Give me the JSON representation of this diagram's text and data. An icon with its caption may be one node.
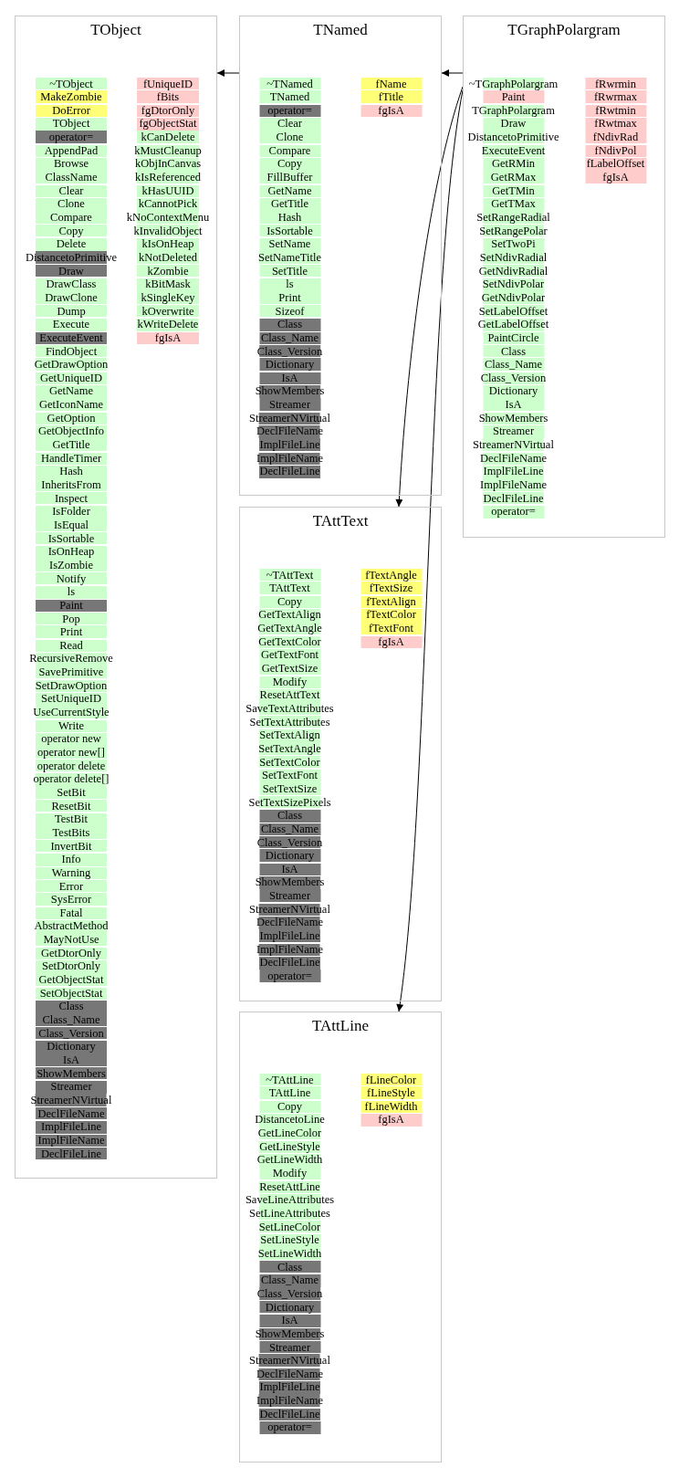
{
  "diagram": {
    "nodes": [
      {
        "text": [
          "TObject"
        ]
      },
      {
        "text": [
          "TNamed"
        ]
      },
      {
        "text": [
          "TGraphPolargram"
        ]
      },
      {
        "text": [
          "TAttText"
        ]
      },
      {
        "text": [
          "TAttLine"
        ]
      },
      {
        "text": [
          "~TObject"
        ],
        "in": 0
      },
      {
        "text": [
          "MakeZombie"
        ],
        "in": 0
      },
      {
        "text": [
          "DoError"
        ],
        "in": 0
      },
      {
        "text": [
          "TObject"
        ],
        "in": 0
      },
      {
        "text": [
          "operator="
        ],
        "in": 0
      },
      {
        "text": [
          "AppendPad"
        ],
        "in": 0
      },
      {
        "text": [
          "Browse"
        ],
        "in": 0
      },
      {
        "text": [
          "ClassName"
        ],
        "in": 0
      },
      {
        "text": [
          "Clear"
        ],
        "in": 0
      },
      {
        "text": [
          "Clone"
        ],
        "in": 0
      },
      {
        "text": [
          "Compare"
        ],
        "in": 0
      },
      {
        "text": [
          "Copy"
        ],
        "in": 0
      },
      {
        "text": [
          "Delete"
        ],
        "in": 0
      },
      {
        "text": [
          "DistancetoPrimitive"
        ],
        "in": 0
      },
      {
        "text": [
          "Draw"
        ],
        "in": 0
      },
      {
        "text": [
          "DrawClass"
        ],
        "in": 0
      },
      {
        "text": [
          "DrawClone"
        ],
        "in": 0
      },
      {
        "text": [
          "Dump"
        ],
        "in": 0
      },
      {
        "text": [
          "Execute"
        ],
        "in": 0
      },
      {
        "text": [
          "ExecuteEvent"
        ],
        "in": 0
      },
      {
        "text": [
          "FindObject"
        ],
        "in": 0
      },
      {
        "text": [
          "GetDrawOption"
        ],
        "in": 0
      },
      {
        "text": [
          "GetUniqueID"
        ],
        "in": 0
      },
      {
        "text": [
          "GetName"
        ],
        "in": 0
      },
      {
        "text": [
          "GetIconName"
        ],
        "in": 0
      },
      {
        "text": [
          "GetOption"
        ],
        "in": 0
      },
      {
        "text": [
          "GetObjectInfo"
        ],
        "in": 0
      },
      {
        "text": [
          "GetTitle"
        ],
        "in": 0
      },
      {
        "text": [
          "HandleTimer"
        ],
        "in": 0
      },
      {
        "text": [
          "Hash"
        ],
        "in": 0
      },
      {
        "text": [
          "InheritsFrom"
        ],
        "in": 0
      },
      {
        "text": [
          "Inspect"
        ],
        "in": 0
      },
      {
        "text": [
          "IsFolder"
        ],
        "in": 0
      },
      {
        "text": [
          "IsEqual"
        ],
        "in": 0
      },
      {
        "text": [
          "IsSortable"
        ],
        "in": 0
      },
      {
        "text": [
          "IsOnHeap"
        ],
        "in": 0
      },
      {
        "text": [
          "IsZombie"
        ],
        "in": 0
      },
      {
        "text": [
          "Notify"
        ],
        "in": 0
      },
      {
        "text": [
          "ls"
        ],
        "in": 0
      },
      {
        "text": [
          "Paint"
        ],
        "in": 0
      },
      {
        "text": [
          "Pop"
        ],
        "in": 0
      },
      {
        "text": [
          "Print"
        ],
        "in": 0
      },
      {
        "text": [
          "Read"
        ],
        "in": 0
      },
      {
        "text": [
          "RecursiveRemove"
        ],
        "in": 0
      },
      {
        "text": [
          "SavePrimitive"
        ],
        "in": 0
      },
      {
        "text": [
          "SetDrawOption"
        ],
        "in": 0
      },
      {
        "text": [
          "SetUniqueID"
        ],
        "in": 0
      },
      {
        "text": [
          "UseCurrentStyle"
        ],
        "in": 0
      },
      {
        "text": [
          "Write"
        ],
        "in": 0
      },
      {
        "text": [
          "operator new"
        ],
        "in": 0
      },
      {
        "text": [
          "operator new[]"
        ],
        "in": 0
      },
      {
        "text": [
          "operator delete"
        ],
        "in": 0
      },
      {
        "text": [
          "operator delete[]"
        ],
        "in": 0
      },
      {
        "text": [
          "SetBit"
        ],
        "in": 0
      },
      {
        "text": [
          "ResetBit"
        ],
        "in": 0
      },
      {
        "text": [
          "TestBit"
        ],
        "in": 0
      },
      {
        "text": [
          "TestBits"
        ],
        "in": 0
      },
      {
        "text": [
          "InvertBit"
        ],
        "in": 0
      },
      {
        "text": [
          "Info"
        ],
        "in": 0
      },
      {
        "text": [
          "Warning"
        ],
        "in": 0
      },
      {
        "text": [
          "Error"
        ],
        "in": 0
      },
      {
        "text": [
          "SysError"
        ],
        "in": 0
      },
      {
        "text": [
          "Fatal"
        ],
        "in": 0
      },
      {
        "text": [
          "AbstractMethod"
        ],
        "in": 0
      },
      {
        "text": [
          "MayNotUse"
        ],
        "in": 0
      },
      {
        "text": [
          "GetDtorOnly"
        ],
        "in": 0
      },
      {
        "text": [
          "SetDtorOnly"
        ],
        "in": 0
      },
      {
        "text": [
          "GetObjectStat"
        ],
        "in": 0
      },
      {
        "text": [
          "SetObjectStat"
        ],
        "in": 0
      },
      {
        "text": [
          "Class"
        ],
        "in": 0
      },
      {
        "text": [
          "Class_Name"
        ],
        "in": 0
      },
      {
        "text": [
          "Class_Version"
        ],
        "in": 0
      },
      {
        "text": [
          "Dictionary"
        ],
        "in": 0
      },
      {
        "text": [
          "IsA"
        ],
        "in": 0
      },
      {
        "text": [
          "ShowMembers"
        ],
        "in": 0
      },
      {
        "text": [
          "Streamer"
        ],
        "in": 0
      },
      {
        "text": [
          "StreamerNVirtual"
        ],
        "in": 0
      },
      {
        "text": [
          "DeclFileName"
        ],
        "in": 0
      },
      {
        "text": [
          "ImplFileLine"
        ],
        "in": 0
      },
      {
        "text": [
          "ImplFileName"
        ],
        "in": 0
      },
      {
        "text": [
          "DeclFileLine"
        ],
        "in": 0
      },
      {
        "text": [
          "fUniqueID"
        ],
        "in": 0
      },
      {
        "text": [
          "fBits"
        ],
        "in": 0
      },
      {
        "text": [
          "fgDtorOnly"
        ],
        "in": 0
      },
      {
        "text": [
          "fgObjectStat"
        ],
        "in": 0
      },
      {
        "text": [
          "kCanDelete"
        ],
        "in": 0
      },
      {
        "text": [
          "kMustCleanup"
        ],
        "in": 0
      },
      {
        "text": [
          "kObjInCanvas"
        ],
        "in": 0
      },
      {
        "text": [
          "kIsReferenced"
        ],
        "in": 0
      },
      {
        "text": [
          "kHasUUID"
        ],
        "in": 0
      },
      {
        "text": [
          "kCannotPick"
        ],
        "in": 0
      },
      {
        "text": [
          "kNoContextMenu"
        ],
        "in": 0
      },
      {
        "text": [
          "kInvalidObject"
        ],
        "in": 0
      },
      {
        "text": [
          "kIsOnHeap"
        ],
        "in": 0
      },
      {
        "text": [
          "kNotDeleted"
        ],
        "in": 0
      },
      {
        "text": [
          "kZombie"
        ],
        "in": 0
      },
      {
        "text": [
          "kBitMask"
        ],
        "in": 0
      },
      {
        "text": [
          "kSingleKey"
        ],
        "in": 0
      },
      {
        "text": [
          "kOverwrite"
        ],
        "in": 0
      },
      {
        "text": [
          "kWriteDelete"
        ],
        "in": 0
      },
      {
        "text": [
          "fgIsA"
        ],
        "in": 0
      },
      {
        "text": [
          "~TNamed"
        ],
        "in": 1
      },
      {
        "text": [
          "TNamed"
        ],
        "in": 1
      },
      {
        "text": [
          "operator="
        ],
        "in": 1
      },
      {
        "text": [
          "Clear"
        ],
        "in": 1
      },
      {
        "text": [
          "Clone"
        ],
        "in": 1
      },
      {
        "text": [
          "Compare"
        ],
        "in": 1
      },
      {
        "text": [
          "Copy"
        ],
        "in": 1
      },
      {
        "text": [
          "FillBuffer"
        ],
        "in": 1
      },
      {
        "text": [
          "GetName"
        ],
        "in": 1
      },
      {
        "text": [
          "GetTitle"
        ],
        "in": 1
      },
      {
        "text": [
          "Hash"
        ],
        "in": 1
      },
      {
        "text": [
          "IsSortable"
        ],
        "in": 1
      },
      {
        "text": [
          "SetName"
        ],
        "in": 1
      },
      {
        "text": [
          "SetNameTitle"
        ],
        "in": 1
      },
      {
        "text": [
          "SetTitle"
        ],
        "in": 1
      },
      {
        "text": [
          "ls"
        ],
        "in": 1
      },
      {
        "text": [
          "Print"
        ],
        "in": 1
      },
      {
        "text": [
          "Sizeof"
        ],
        "in": 1
      },
      {
        "text": [
          "Class"
        ],
        "in": 1
      },
      {
        "text": [
          "Class_Name"
        ],
        "in": 1
      },
      {
        "text": [
          "Class_Version"
        ],
        "in": 1
      },
      {
        "text": [
          "Dictionary"
        ],
        "in": 1
      },
      {
        "text": [
          "IsA"
        ],
        "in": 1
      },
      {
        "text": [
          "ShowMembers"
        ],
        "in": 1
      },
      {
        "text": [
          "Streamer"
        ],
        "in": 1
      },
      {
        "text": [
          "StreamerNVirtual"
        ],
        "in": 1
      },
      {
        "text": [
          "DeclFileName"
        ],
        "in": 1
      },
      {
        "text": [
          "ImplFileLine"
        ],
        "in": 1
      },
      {
        "text": [
          "ImplFileName"
        ],
        "in": 1
      },
      {
        "text": [
          "DeclFileLine"
        ],
        "in": 1
      },
      {
        "text": [
          "fName"
        ],
        "in": 1
      },
      {
        "text": [
          "fTitle"
        ],
        "in": 1
      },
      {
        "text": [
          "fgIsA"
        ],
        "in": 1
      },
      {
        "text": [
          "~TGraphPolargram"
        ],
        "in": 2
      },
      {
        "text": [
          "Paint"
        ],
        "in": 2
      },
      {
        "text": [
          "TGraphPolargram"
        ],
        "in": 2
      },
      {
        "text": [
          "Draw"
        ],
        "in": 2
      },
      {
        "text": [
          "DistancetoPrimitive"
        ],
        "in": 2
      },
      {
        "text": [
          "ExecuteEvent"
        ],
        "in": 2
      },
      {
        "text": [
          "GetRMin"
        ],
        "in": 2
      },
      {
        "text": [
          "GetRMax"
        ],
        "in": 2
      },
      {
        "text": [
          "GetTMin"
        ],
        "in": 2
      },
      {
        "text": [
          "GetTMax"
        ],
        "in": 2
      },
      {
        "text": [
          "SetRangeRadial"
        ],
        "in": 2
      },
      {
        "text": [
          "SetRangePolar"
        ],
        "in": 2
      },
      {
        "text": [
          "SetTwoPi"
        ],
        "in": 2
      },
      {
        "text": [
          "SetNdivRadial"
        ],
        "in": 2
      },
      {
        "text": [
          "GetNdivRadial"
        ],
        "in": 2
      },
      {
        "text": [
          "SetNdivPolar"
        ],
        "in": 2
      },
      {
        "text": [
          "GetNdivPolar"
        ],
        "in": 2
      },
      {
        "text": [
          "SetLabelOffset"
        ],
        "in": 2
      },
      {
        "text": [
          "GetLabelOffset"
        ],
        "in": 2
      },
      {
        "text": [
          "PaintCircle"
        ],
        "in": 2
      },
      {
        "text": [
          "Class"
        ],
        "in": 2
      },
      {
        "text": [
          "Class_Name"
        ],
        "in": 2
      },
      {
        "text": [
          "Class_Version"
        ],
        "in": 2
      },
      {
        "text": [
          "Dictionary"
        ],
        "in": 2
      },
      {
        "text": [
          "IsA"
        ],
        "in": 2
      },
      {
        "text": [
          "ShowMembers"
        ],
        "in": 2
      },
      {
        "text": [
          "Streamer"
        ],
        "in": 2
      },
      {
        "text": [
          "StreamerNVirtual"
        ],
        "in": 2
      },
      {
        "text": [
          "DeclFileName"
        ],
        "in": 2
      },
      {
        "text": [
          "ImplFileLine"
        ],
        "in": 2
      },
      {
        "text": [
          "ImplFileName"
        ],
        "in": 2
      },
      {
        "text": [
          "DeclFileLine"
        ],
        "in": 2
      },
      {
        "text": [
          "operator="
        ],
        "in": 2
      },
      {
        "text": [
          "fRwrmin"
        ],
        "in": 2
      },
      {
        "text": [
          "fRwrmax"
        ],
        "in": 2
      },
      {
        "text": [
          "fRwtmin"
        ],
        "in": 2
      },
      {
        "text": [
          "fRwtmax"
        ],
        "in": 2
      },
      {
        "text": [
          "fNdivRad"
        ],
        "in": 2
      },
      {
        "text": [
          "fNdivPol"
        ],
        "in": 2
      },
      {
        "text": [
          "fLabelOffset"
        ],
        "in": 2
      },
      {
        "text": [
          "fgIsA"
        ],
        "in": 2
      },
      {
        "text": [
          "~TAttText"
        ],
        "in": 3
      },
      {
        "text": [
          "TAttText"
        ],
        "in": 3
      },
      {
        "text": [
          "Copy"
        ],
        "in": 3
      },
      {
        "text": [
          "GetTextAlign"
        ],
        "in": 3
      },
      {
        "text": [
          "GetTextAngle"
        ],
        "in": 3
      },
      {
        "text": [
          "GetTextColor"
        ],
        "in": 3
      },
      {
        "text": [
          "GetTextFont"
        ],
        "in": 3
      },
      {
        "text": [
          "GetTextSize"
        ],
        "in": 3
      },
      {
        "text": [
          "Modify"
        ],
        "in": 3
      },
      {
        "text": [
          "ResetAttText"
        ],
        "in": 3
      },
      {
        "text": [
          "SaveTextAttributes"
        ],
        "in": 3
      },
      {
        "text": [
          "SetTextAttributes"
        ],
        "in": 3
      },
      {
        "text": [
          "SetTextAlign"
        ],
        "in": 3
      },
      {
        "text": [
          "SetTextAngle"
        ],
        "in": 3
      },
      {
        "text": [
          "SetTextColor"
        ],
        "in": 3
      },
      {
        "text": [
          "SetTextFont"
        ],
        "in": 3
      },
      {
        "text": [
          "SetTextSize"
        ],
        "in": 3
      },
      {
        "text": [
          "SetTextSizePixels"
        ],
        "in": 3
      },
      {
        "text": [
          "Class"
        ],
        "in": 3
      },
      {
        "text": [
          "Class_Name"
        ],
        "in": 3
      },
      {
        "text": [
          "Class_Version"
        ],
        "in": 3
      },
      {
        "text": [
          "Dictionary"
        ],
        "in": 3
      },
      {
        "text": [
          "IsA"
        ],
        "in": 3
      },
      {
        "text": [
          "ShowMembers"
        ],
        "in": 3
      },
      {
        "text": [
          "Streamer"
        ],
        "in": 3
      },
      {
        "text": [
          "StreamerNVirtual"
        ],
        "in": 3
      },
      {
        "text": [
          "DeclFileName"
        ],
        "in": 3
      },
      {
        "text": [
          "ImplFileLine"
        ],
        "in": 3
      },
      {
        "text": [
          "ImplFileName"
        ],
        "in": 3
      },
      {
        "text": [
          "DeclFileLine"
        ],
        "in": 3
      },
      {
        "text": [
          "operator="
        ],
        "in": 3
      },
      {
        "text": [
          "fTextAngle"
        ],
        "in": 3
      },
      {
        "text": [
          "fTextSize"
        ],
        "in": 3
      },
      {
        "text": [
          "fTextAlign"
        ],
        "in": 3
      },
      {
        "text": [
          "fTextColor"
        ],
        "in": 3
      },
      {
        "text": [
          "fTextFont"
        ],
        "in": 3
      },
      {
        "text": [
          "fgIsA"
        ],
        "in": 3
      },
      {
        "text": [
          "~TAttLine"
        ],
        "in": 4
      },
      {
        "text": [
          "TAttLine"
        ],
        "in": 4
      },
      {
        "text": [
          "Copy"
        ],
        "in": 4
      },
      {
        "text": [
          "DistancetoLine"
        ],
        "in": 4
      },
      {
        "text": [
          "GetLineColor"
        ],
        "in": 4
      },
      {
        "text": [
          "GetLineStyle"
        ],
        "in": 4
      },
      {
        "text": [
          "GetLineWidth"
        ],
        "in": 4
      },
      {
        "text": [
          "Modify"
        ],
        "in": 4
      },
      {
        "text": [
          "ResetAttLine"
        ],
        "in": 4
      },
      {
        "text": [
          "SaveLineAttributes"
        ],
        "in": 4
      },
      {
        "text": [
          "SetLineAttributes"
        ],
        "in": 4
      },
      {
        "text": [
          "SetLineColor"
        ],
        "in": 4
      },
      {
        "text": [
          "SetLineStyle"
        ],
        "in": 4
      },
      {
        "text": [
          "SetLineWidth"
        ],
        "in": 4
      },
      {
        "text": [
          "Class"
        ],
        "in": 4
      },
      {
        "text": [
          "Class_Name"
        ],
        "in": 4
      },
      {
        "text": [
          "Class_Version"
        ],
        "in": 4
      },
      {
        "text": [
          "Dictionary"
        ],
        "in": 4
      },
      {
        "text": [
          "IsA"
        ],
        "in": 4
      },
      {
        "text": [
          "ShowMembers"
        ],
        "in": 4
      },
      {
        "text": [
          "Streamer"
        ],
        "in": 4
      },
      {
        "text": [
          "StreamerNVirtual"
        ],
        "in": 4
      },
      {
        "text": [
          "DeclFileName"
        ],
        "in": 4
      },
      {
        "text": [
          "ImplFileLine"
        ],
        "in": 4
      },
      {
        "text": [
          "ImplFileName"
        ],
        "in": 4
      },
      {
        "text": [
          "DeclFileLine"
        ],
        "in": 4
      },
      {
        "text": [
          "operator="
        ],
        "in": 4
      },
      {
        "text": [
          "fLineColor"
        ],
        "in": 4
      },
      {
        "text": [
          "fLineStyle"
        ],
        "in": 4
      },
      {
        "text": [
          "fLineWidth"
        ],
        "in": 4
      },
      {
        "text": [
          "fgIsA"
        ],
        "in": 4
      }
    ],
    "edges": [
      {
        "from": 1,
        "to": 0,
        "arrow": "to"
      },
      {
        "from": 2,
        "to": 1,
        "arrow": "to"
      },
      {
        "from": 2,
        "to": 3,
        "arrow": "to"
      },
      {
        "from": 2,
        "to": 4,
        "arrow": "to"
      }
    ]
  }
}
